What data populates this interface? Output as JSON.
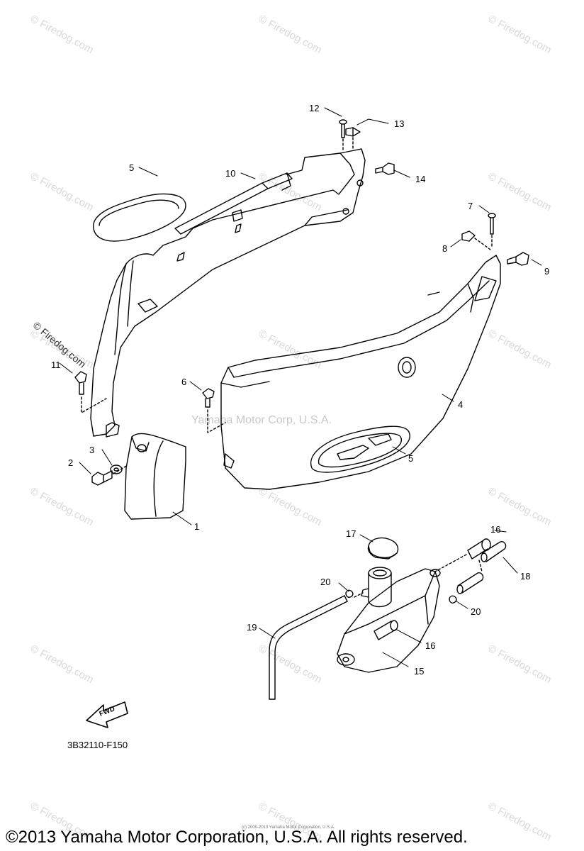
{
  "watermark": "© Firedog.com",
  "center_watermark": "Yamaha Motor Corp, U.S.A.",
  "diagram_code": "3B32110-F150",
  "fwd_label": "FWD",
  "fine_print": "(c) 2000-2013 Yamaha Motor Corporation, U.S.A.",
  "copyright": "©2013 Yamaha Motor Corporation, U.S.A. All rights reserved.",
  "callouts": [
    "12",
    "13",
    "10",
    "14",
    "5",
    "7",
    "8",
    "9",
    "11",
    "6",
    "4",
    "3",
    "2",
    "5",
    "1",
    "17",
    "16",
    "18",
    "20",
    "20",
    "19",
    "16",
    "15"
  ],
  "colors": {
    "line": "#000000",
    "watermark": "#d9d9d9"
  }
}
